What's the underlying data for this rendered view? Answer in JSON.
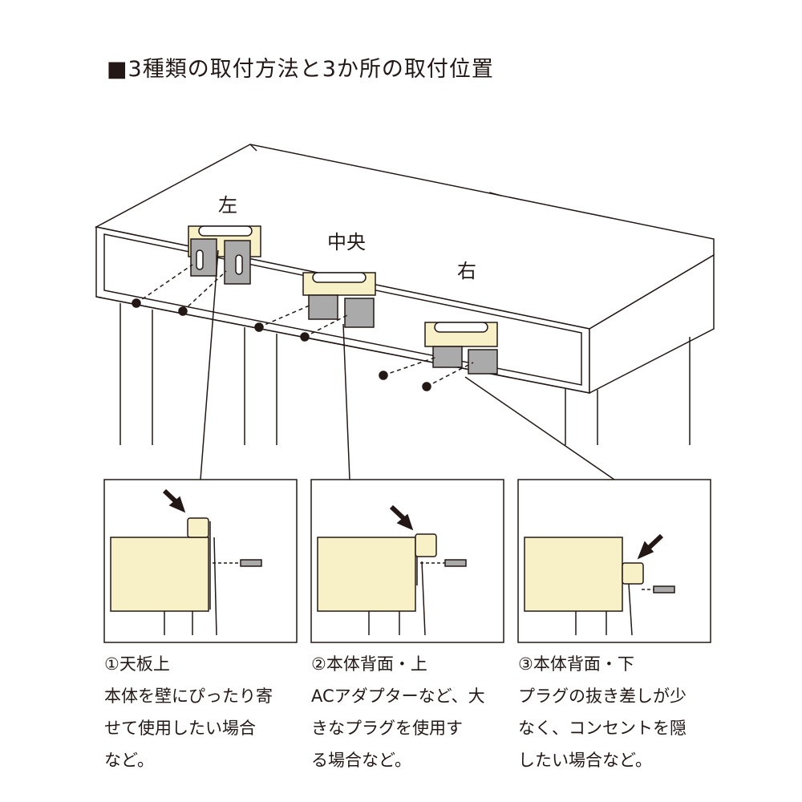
{
  "title": "■3種類の取付方法と3か所の取付位置",
  "positions": {
    "left": "左",
    "center": "中央",
    "right": "右"
  },
  "colors": {
    "wood": "#f8f0c6",
    "line": "#231815",
    "metal": "#aaaaaa"
  },
  "methods": [
    {
      "heading": "①天板上",
      "lines": [
        "本体を壁にぴったり寄",
        "せて使用したい場合",
        "など。"
      ]
    },
    {
      "heading": "②本体背面・上",
      "lines": [
        "ACアダプターなど、大",
        "きなプラグを使用す",
        "る場合など。"
      ]
    },
    {
      "heading": "③本体背面・下",
      "lines": [
        "プラグの抜き差しが少",
        "なく、コンセントを隠",
        "したい場合など。"
      ]
    }
  ]
}
